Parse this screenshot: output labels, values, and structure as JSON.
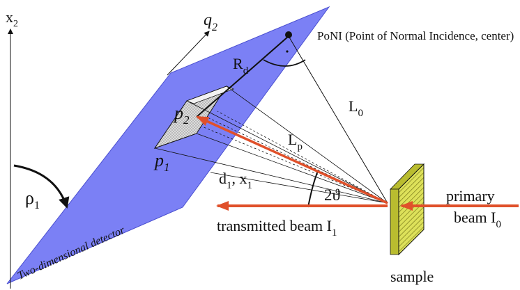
{
  "colors": {
    "detector_fill": "#7b80f5",
    "detector_edge": "#4a4fd0",
    "beam": "#e0502a",
    "sample_face": "#dde15a",
    "sample_side": "#b9bc2f",
    "pixel_fill": "#dcdcdc",
    "line": "#111111"
  },
  "labels": {
    "x2_main": "x",
    "x2_sub": "2",
    "q2_main": "q",
    "q2_sub": "2",
    "poni": "PoNI (Point of Normal Incidence, center)",
    "rd_main": "R",
    "rd_sub": "d",
    "l0_main": "L",
    "l0_sub": "0",
    "lp_main": "L",
    "lp_sub": "p",
    "p2_main": "p",
    "p2_sub": "2",
    "p1_main": "p",
    "p1_sub": "1",
    "d1x1_a": "d",
    "d1x1_a_sub": "1",
    "d1x1_b": ", x",
    "d1x1_b_sub": "1",
    "two_theta": "2ϑ",
    "rho_main": "ρ",
    "rho_sub": "1",
    "detector_caption": "Two-dimensional detector",
    "transmitted_main": "transmitted beam  I",
    "transmitted_sub": "1",
    "primary_line1": "primary",
    "primary_line2_main": "beam  I",
    "primary_line2_sub": "0",
    "sample": "sample"
  }
}
